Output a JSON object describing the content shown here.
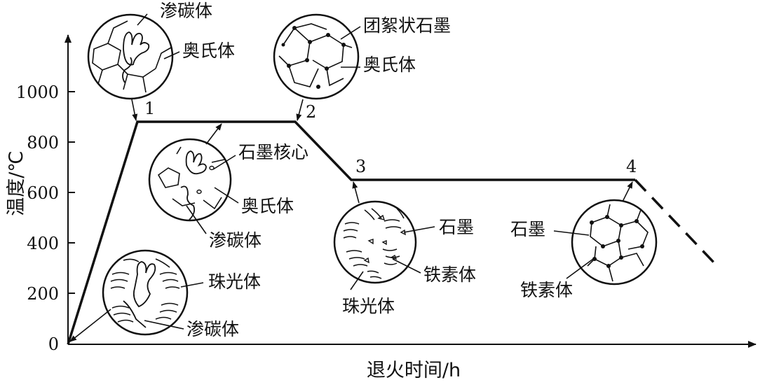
{
  "x_axis": {
    "label": "退火时间/h"
  },
  "y_axis": {
    "label": "温度/℃",
    "ticks": [
      "0",
      "200",
      "400",
      "600",
      "800",
      "1000"
    ]
  },
  "stages": [
    "1",
    "2",
    "3",
    "4"
  ],
  "microstructures": {
    "pearlite_start": {
      "labels": [
        "珠光体",
        "渗碳体"
      ]
    },
    "austenite_start": {
      "labels": [
        "渗碳体",
        "奥氏体"
      ]
    },
    "graphite_nucleation": {
      "labels": [
        "石墨核心",
        "奥氏体",
        "渗碳体"
      ]
    },
    "temper_graphite": {
      "labels": [
        "团絮状石墨",
        "奥氏体"
      ]
    },
    "pearlite_graphite": {
      "labels": [
        "石墨",
        "铁素体",
        "珠光体"
      ]
    },
    "ferrite_graphite": {
      "labels": [
        "石墨",
        "铁素体"
      ]
    }
  },
  "colors": {
    "line": "#111111",
    "background": "#ffffff"
  }
}
